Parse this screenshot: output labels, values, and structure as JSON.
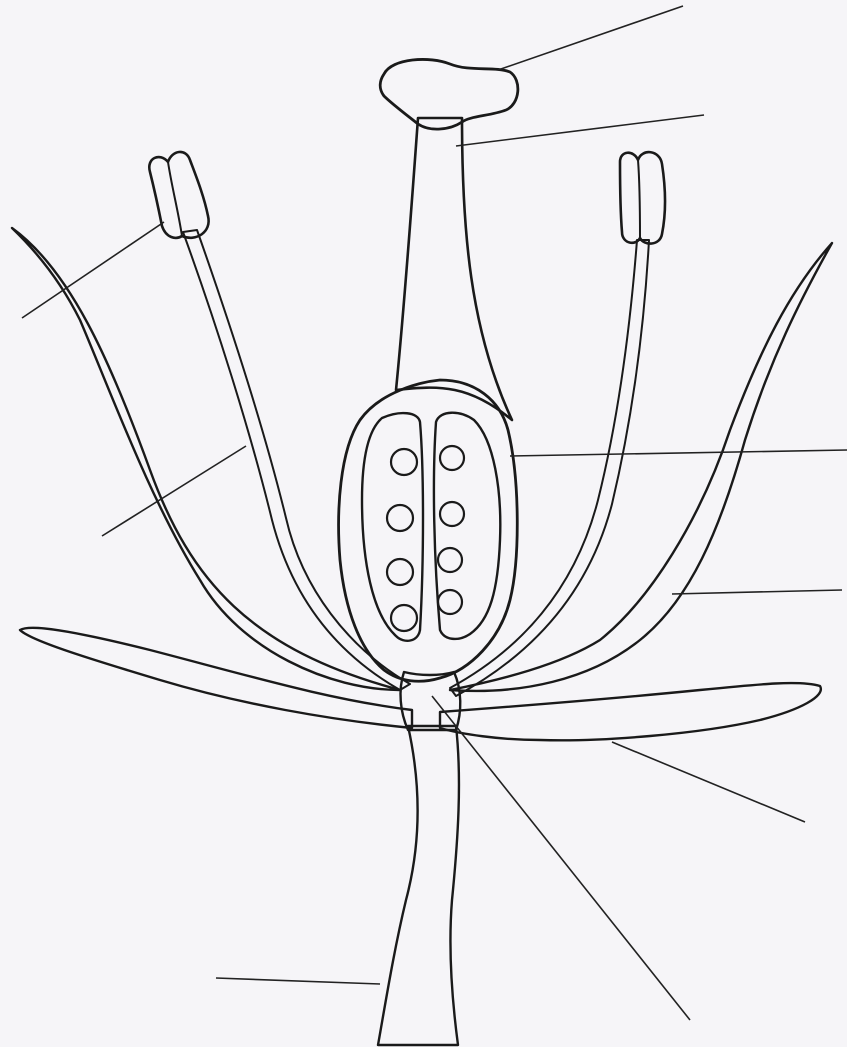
{
  "diagram": {
    "subject": "flower-longitudinal-section",
    "labels": [],
    "colors": {
      "paper": "#f6f5f8",
      "pistil": "#ea4a24",
      "stigma": "#ec5c30",
      "ovary_interior": "#f7f2f0",
      "anther": "#e09a2c",
      "filament": "#d58a20",
      "petal": "#a63a8c",
      "sepal_stem": "#2ea84a",
      "outline": "#1a1a1a"
    },
    "parts": [
      "stigma",
      "style",
      "ovary",
      "ovule",
      "anther",
      "filament",
      "petal",
      "sepal",
      "receptacle",
      "stem"
    ]
  }
}
